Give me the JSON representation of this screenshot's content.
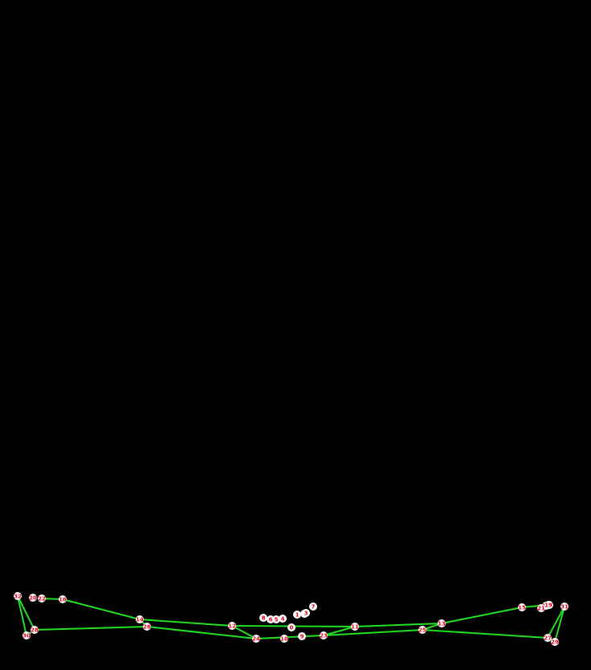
{
  "colors": {
    "background": "#000000",
    "bone": "#22e022",
    "keypoint_fill": "#ffffff",
    "keypoint_label": "#e0001a"
  },
  "keypoints": [
    {
      "id": "0"
    },
    {
      "id": "1"
    },
    {
      "id": "2"
    },
    {
      "id": "3"
    },
    {
      "id": "4"
    },
    {
      "id": "5"
    },
    {
      "id": "6"
    },
    {
      "id": "7"
    },
    {
      "id": "8"
    },
    {
      "id": "9"
    },
    {
      "id": "10"
    },
    {
      "id": "11"
    },
    {
      "id": "12"
    },
    {
      "id": "13"
    },
    {
      "id": "14"
    },
    {
      "id": "15"
    },
    {
      "id": "16"
    },
    {
      "id": "17"
    },
    {
      "id": "18"
    },
    {
      "id": "19"
    },
    {
      "id": "20"
    },
    {
      "id": "21"
    },
    {
      "id": "22"
    },
    {
      "id": "23"
    },
    {
      "id": "24"
    },
    {
      "id": "25"
    },
    {
      "id": "26"
    },
    {
      "id": "27"
    },
    {
      "id": "28"
    },
    {
      "id": "29"
    },
    {
      "id": "30"
    },
    {
      "id": "31"
    },
    {
      "id": "32"
    }
  ],
  "bones": [
    [
      "12",
      "11"
    ],
    [
      "11",
      "13"
    ],
    [
      "12",
      "14"
    ],
    [
      "14",
      "16"
    ],
    [
      "16",
      "22"
    ],
    [
      "13",
      "15"
    ],
    [
      "15",
      "19"
    ],
    [
      "14",
      "26"
    ],
    [
      "26",
      "28"
    ],
    [
      "28",
      "30"
    ],
    [
      "13",
      "25"
    ],
    [
      "25",
      "27"
    ],
    [
      "27",
      "29"
    ],
    [
      "12",
      "24"
    ],
    [
      "24",
      "23"
    ],
    [
      "23",
      "11"
    ],
    [
      "32",
      "30"
    ],
    [
      "32",
      "28"
    ],
    [
      "31",
      "29"
    ],
    [
      "31",
      "27"
    ],
    [
      "26",
      "24"
    ],
    [
      "25",
      "23"
    ]
  ]
}
